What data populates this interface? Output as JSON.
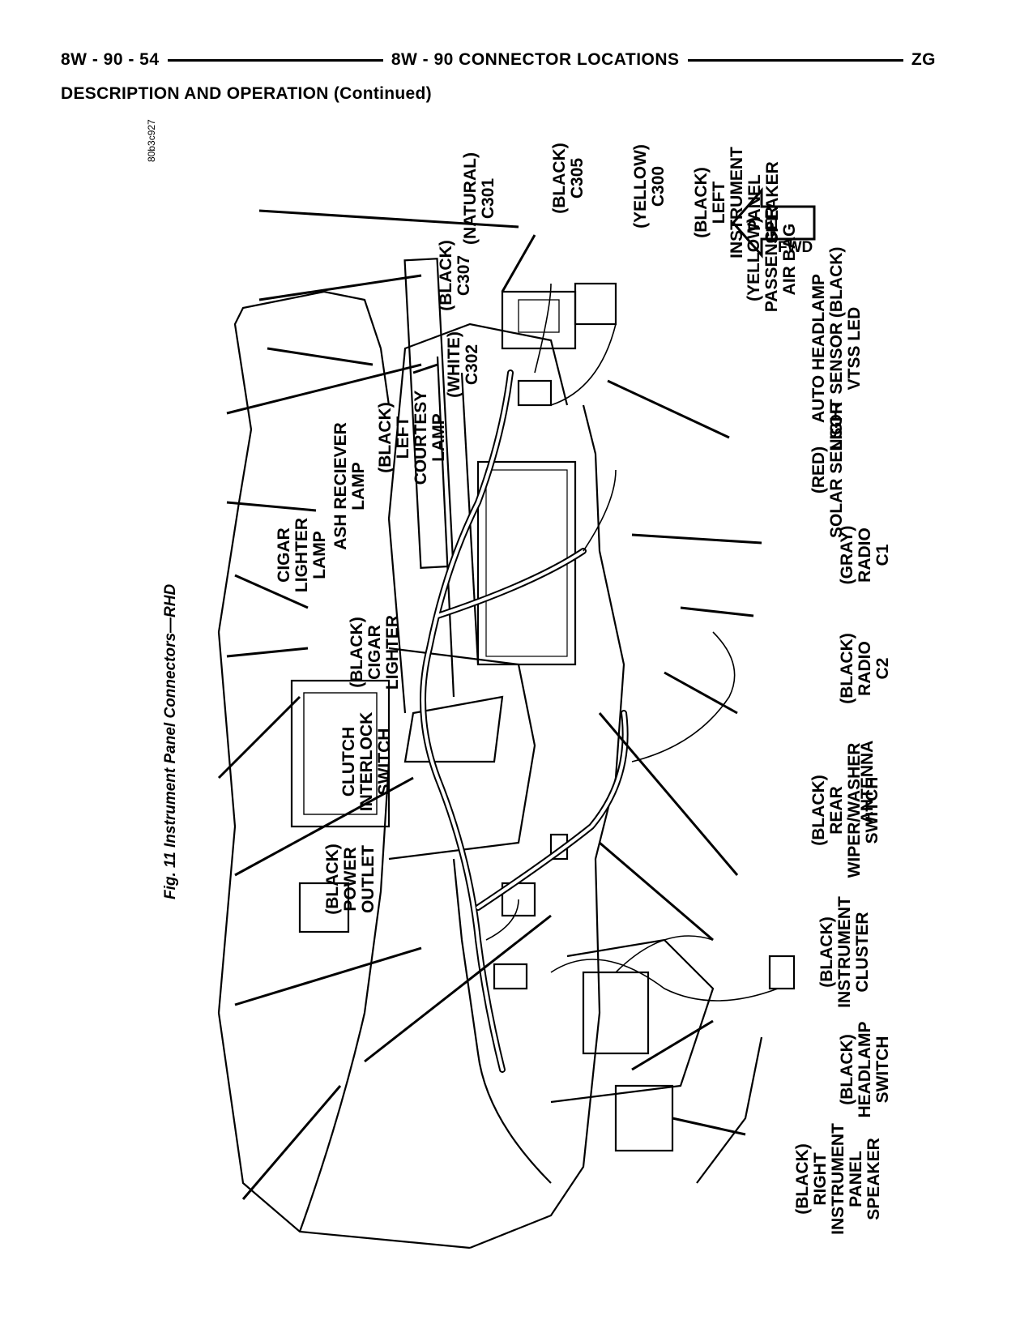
{
  "header": {
    "page_number": "8W - 90 - 54",
    "title": "8W - 90 CONNECTOR LOCATIONS",
    "code": "ZG"
  },
  "section_title": "DESCRIPTION AND OPERATION (Continued)",
  "figure": {
    "caption": "Fig. 11 Instrument Panel Connectors—RHD",
    "image_code": "80b3c927",
    "fwd_label": "FWD",
    "labels": {
      "right_ip_speaker": "(BLACK)\nRIGHT\nINSTRUMENT\nPANEL\nSPEAKER",
      "headlamp_switch": "(BLACK)\nHEADLAMP\nSWITCH",
      "instrument_cluster": "(BLACK)\nINSTRUMENT\nCLUSTER",
      "rear_wiper": "(BLACK)\nREAR\nWIPER/WASHER\nSWITCH",
      "antenna": "ANTENNA",
      "radio_c2": "(BLACK)\nRADIO\nC2",
      "radio_c1": "(GRAY)\nRADIO\nC1",
      "solar_sensor": "(RED)\nSOLAR SENSOR",
      "auto_headlamp": "AUTO HEADLAMP\nLIGHT SENSOR (BLACK)\nVTSS LED",
      "passenger_airbag": "(YELLOW)\nPASSENGER\nAIR BAG",
      "left_ip_speaker": "(BLACK)\nLEFT\nINSTRUMENT\nPANEL\nSPEAKER",
      "c300": "(YELLOW)\nC300",
      "c305": "(BLACK)\nC305",
      "c301": "(NATURAL)\nC301",
      "c307": "(BLACK)\nC307",
      "c302": "(WHITE)\nC302",
      "left_courtesy": "(BLACK)\nLEFT\nCOURTESY\nLAMP",
      "ash_receiver": "ASH RECIEVER\nLAMP",
      "cigar_lighter_lamp": "CIGAR\nLIGHTER\nLAMP",
      "cigar_lighter": "(BLACK)\nCIGAR\nLIGHTER",
      "clutch_interlock": "CLUTCH\nINTERLOCK\nSWITCH",
      "power_outlet": "(BLACK)\nPOWER\nOUTLET"
    }
  }
}
